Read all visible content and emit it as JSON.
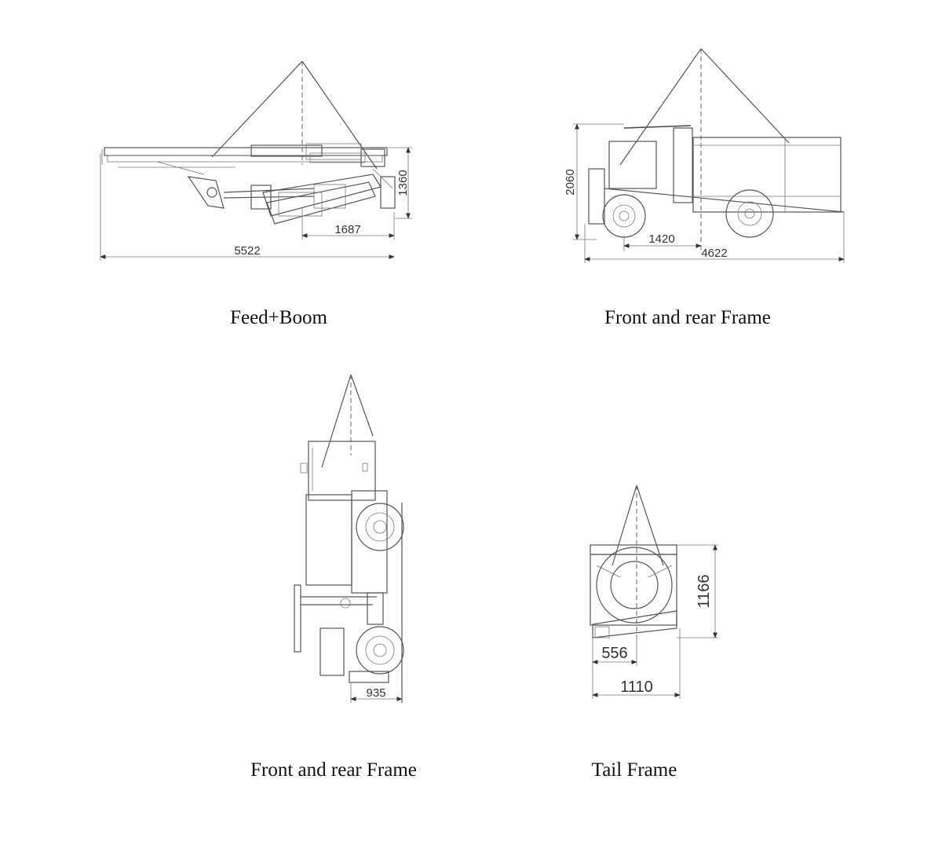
{
  "panels": [
    {
      "caption": "Feed+Boom",
      "dims": [
        "5522",
        "1687",
        "1360"
      ]
    },
    {
      "caption": "Front and rear Frame",
      "dims": [
        "4622",
        "1420",
        "2060"
      ]
    },
    {
      "caption": "Front and rear Frame",
      "dims": [
        "935"
      ]
    },
    {
      "caption": "Tail Frame",
      "dims": [
        "1110",
        "556",
        "1166"
      ]
    }
  ]
}
